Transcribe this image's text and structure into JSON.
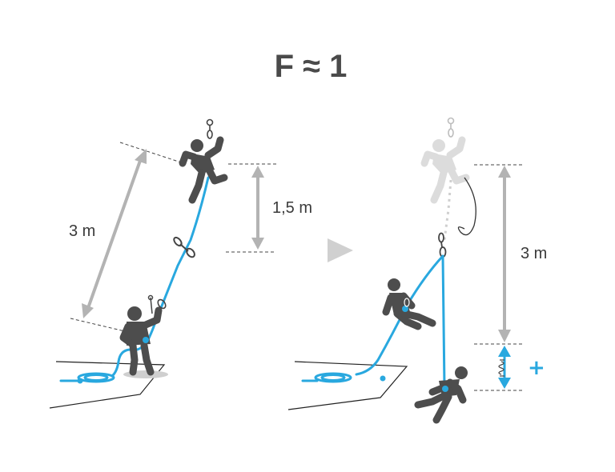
{
  "title": "F ≈ 1",
  "left_panel": {
    "distance_label": "3 m",
    "height_label": "1,5 m"
  },
  "right_panel": {
    "fall_label": "3 m",
    "extra_sign": "+"
  },
  "colors": {
    "rope": "#29a8df",
    "figure": "#4d4d4d",
    "measure_arrow": "#b3b3b3",
    "ghost_figure": "#dcdcdc",
    "stretch_arrow": "#29a8df"
  },
  "icons": [
    "quickdraw-icon",
    "anchor-icon",
    "next-arrow-icon",
    "rope-coil-icon",
    "spring-icon"
  ]
}
